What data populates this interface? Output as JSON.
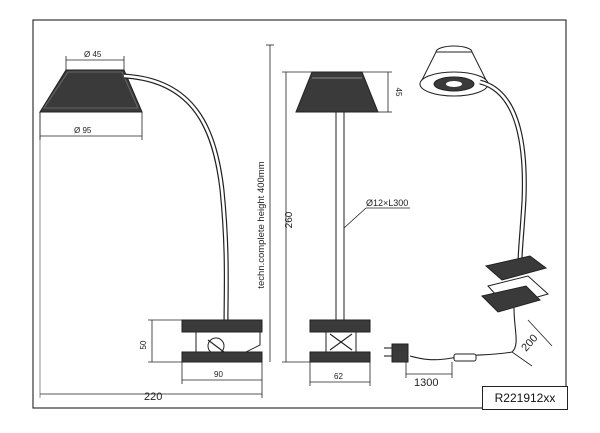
{
  "frame": {
    "product_code": "R221912xx"
  },
  "dimensions": {
    "shade_top_diameter": "Ø 45",
    "shade_diameter": "Ø 95",
    "total_width": "220",
    "clamp_width": "90",
    "clamp_height": "50",
    "complete_height": "techn.complete height 400mm",
    "arm_height": "260",
    "shade_height": "45",
    "arm_spec": "Ø12×L300",
    "base_width": "62",
    "cable_length": "1300",
    "plug_cable": "200"
  },
  "colors": {
    "line": "#222222",
    "shade": "#3a3a3a"
  }
}
